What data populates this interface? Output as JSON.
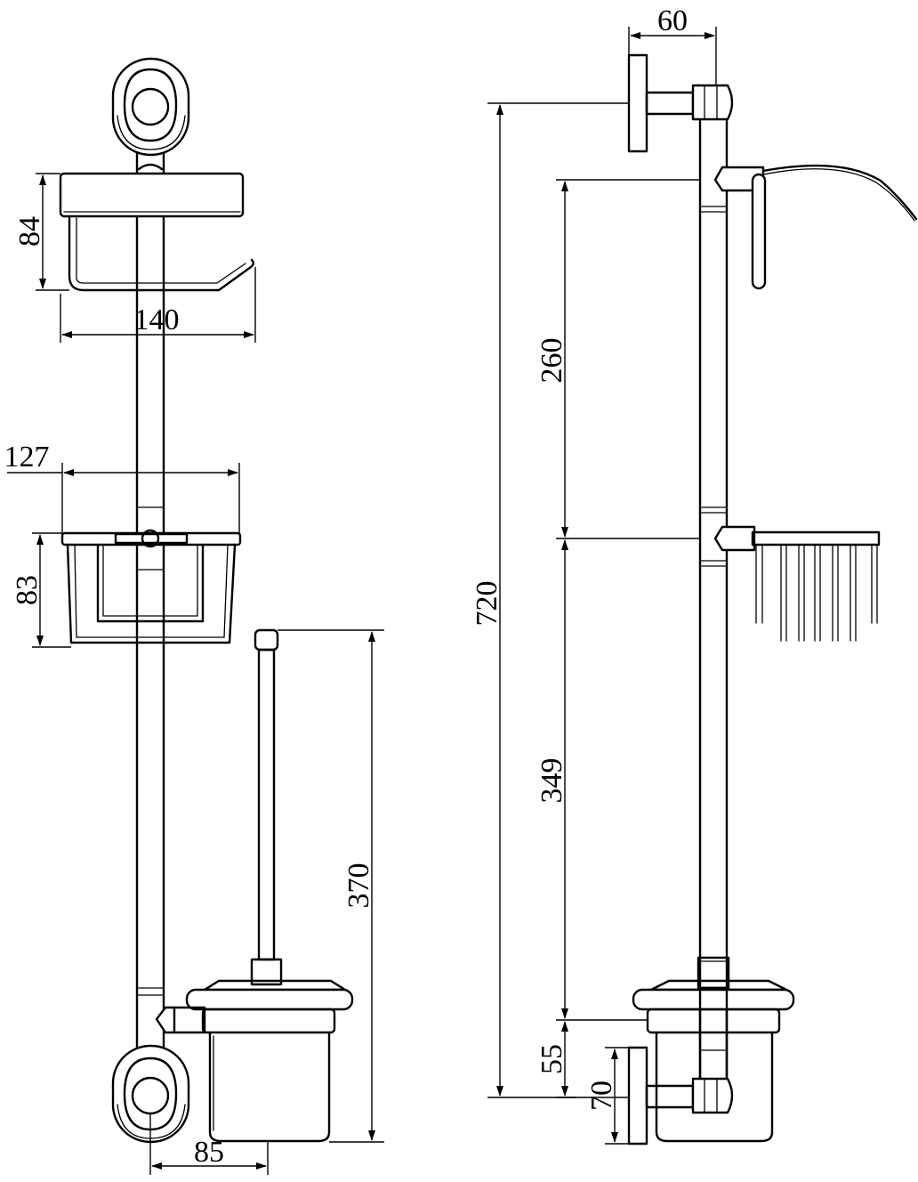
{
  "dimensions": {
    "front": {
      "paper_holder_height": "84",
      "paper_holder_width": "140",
      "basket_width": "127",
      "basket_height": "83",
      "brush_height": "370",
      "brush_offset": "85"
    },
    "side": {
      "wall_depth": "60",
      "total_height": "720",
      "upper_spacing": "260",
      "lower_spacing": "349",
      "bottom_offset": "55",
      "bracket_height": "70"
    }
  }
}
